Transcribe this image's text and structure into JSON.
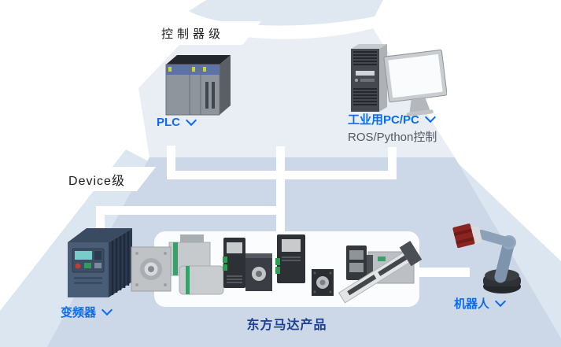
{
  "levels": {
    "controller": {
      "label": "控制器级"
    },
    "device": {
      "label": "Device级"
    }
  },
  "nodes": {
    "plc": {
      "label": "PLC"
    },
    "industrial_pc": {
      "label": "工业用PC/PC",
      "sublabel": "ROS/Python控制"
    },
    "inverter": {
      "label": "变频器"
    },
    "robot": {
      "label": "机器人"
    },
    "motor_products": {
      "label": "东方马达产品"
    }
  },
  "icons": {
    "dropdown": "chevron-down"
  },
  "colors": {
    "accent_blue": "#0a6cf2",
    "products_title_navy": "#1b4094",
    "banner_text": "#1c1c1c",
    "sublabel_gray": "#55595e",
    "pyramid_upper": "#e9eef5",
    "pyramid_lower": "#ccd8e7",
    "pyramid_wing": "#dce6f0",
    "top_band": "#dfe8f1",
    "connector": "#ffffff"
  }
}
